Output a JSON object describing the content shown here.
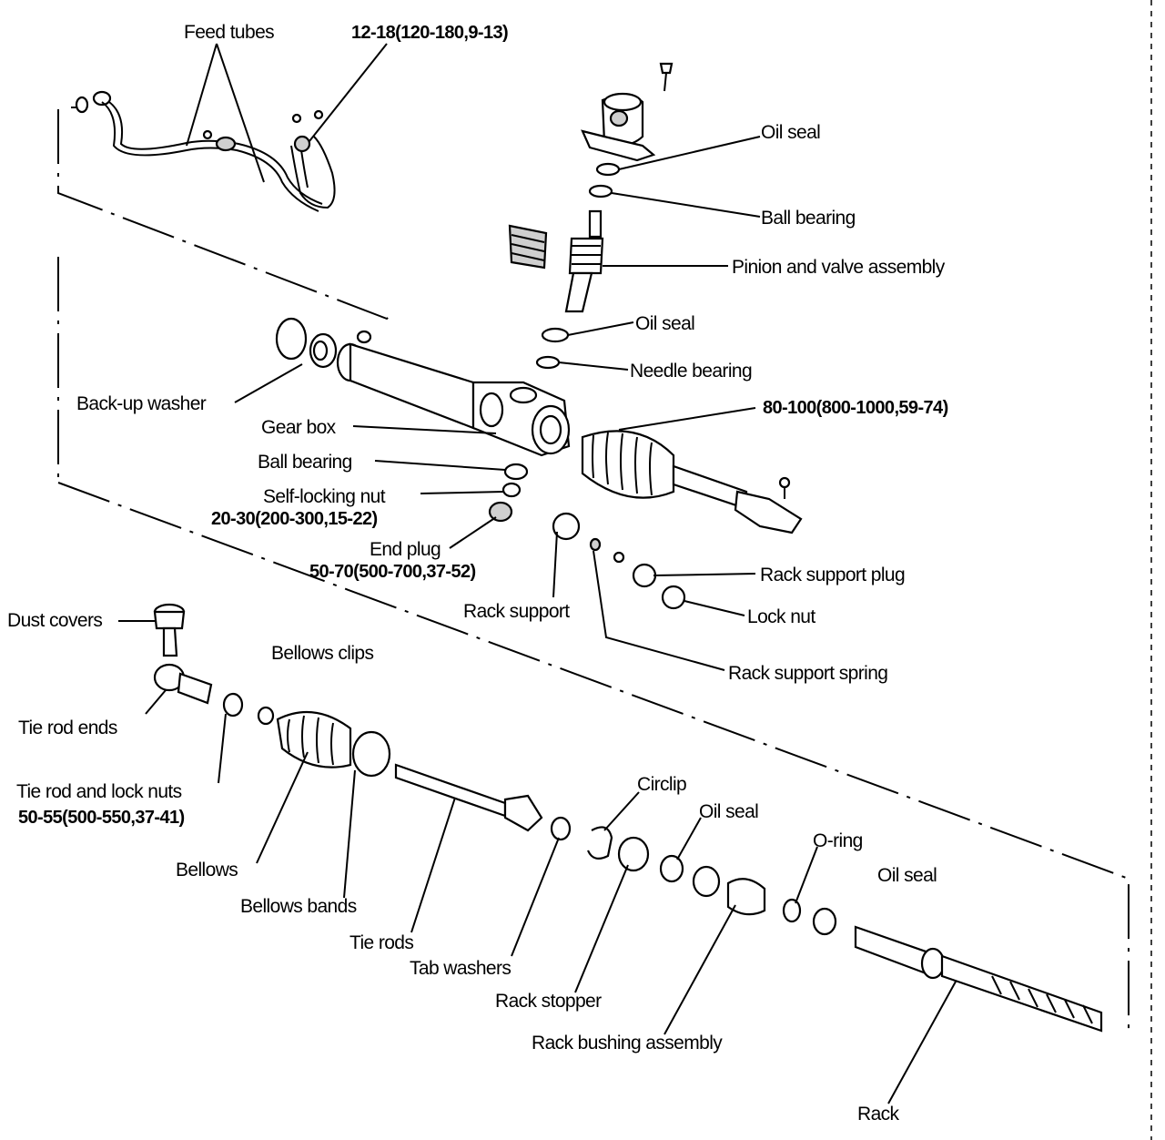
{
  "labels": {
    "feed_tubes": "Feed tubes",
    "feed_tube_torque": "12-18(120-180,9-13)",
    "oil_seal_top": "Oil seal",
    "ball_bearing_top": "Ball bearing",
    "pinion_valve": "Pinion and valve assembly",
    "oil_seal_mid": "Oil seal",
    "needle_bearing": "Needle bearing",
    "tie_rod_end_torque": "80-100(800-1000,59-74)",
    "back_up_washer": "Back-up washer",
    "gear_box": "Gear box",
    "ball_bearing_mid": "Ball bearing",
    "self_locking_nut": "Self-locking nut",
    "self_locking_torque": "20-30(200-300,15-22)",
    "end_plug": "End plug",
    "end_plug_torque": "50-70(500-700,37-52)",
    "rack_support_plug": "Rack support plug",
    "rack_support": "Rack support",
    "lock_nut": "Lock nut",
    "rack_support_spring": "Rack support spring",
    "dust_covers": "Dust covers",
    "bellows_clips": "Bellows clips",
    "tie_rod_ends": "Tie rod ends",
    "tie_rod_lock_nuts": "Tie rod and lock nuts",
    "tie_rod_lock_torque": "50-55(500-550,37-41)",
    "bellows": "Bellows",
    "bellows_bands": "Bellows bands",
    "tie_rods": "Tie rods",
    "tab_washers": "Tab washers",
    "circlip": "Circlip",
    "oil_seal_low": "Oil seal",
    "o_ring": "O-ring",
    "oil_seal_right": "Oil seal",
    "rack_stopper": "Rack stopper",
    "rack_bushing": "Rack bushing assembly",
    "rack": "Rack"
  }
}
